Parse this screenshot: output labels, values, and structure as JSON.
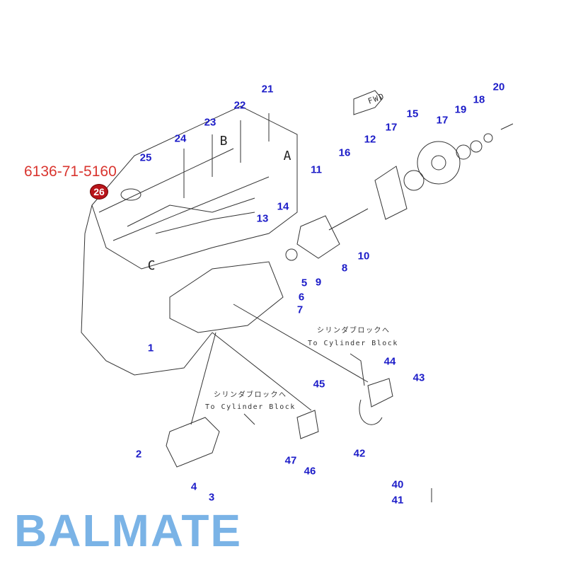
{
  "part_number": "6136-71-5160",
  "badge": "26",
  "watermark": "BALMATE",
  "view_letters": [
    "A",
    "B",
    "C"
  ],
  "callouts": [
    "21",
    "22",
    "23",
    "24",
    "25",
    "14",
    "13",
    "11",
    "16",
    "12",
    "17",
    "15",
    "17",
    "19",
    "18",
    "20",
    "10",
    "8",
    "9",
    "5",
    "6",
    "7",
    "1",
    "2",
    "4",
    "3",
    "44",
    "43",
    "45",
    "42",
    "47",
    "46",
    "40",
    "41"
  ],
  "notes": [
    {
      "jp": "シリンダブロックへ",
      "en": "To Cylinder Block"
    },
    {
      "jp": "シリンダブロックへ",
      "en": "To Cylinder Block"
    }
  ],
  "fwd_label": "FWD",
  "colors": {
    "callout": "#1c1cc8",
    "part_number": "#d9352f",
    "badge": "#b8141a"
  }
}
